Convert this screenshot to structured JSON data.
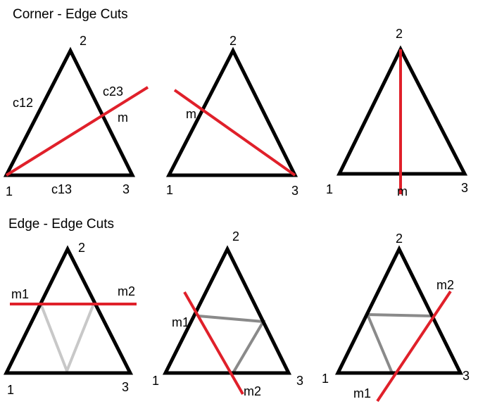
{
  "sections": {
    "corner_edge": "Corner - Edge Cuts",
    "edge_edge": "Edge - Edge Cuts"
  },
  "colors": {
    "triangle": "#000000",
    "cut": "#e0202a",
    "inner_light": "#c8c8c8",
    "inner_dark": "#8a8a8a"
  },
  "d1": {
    "v1": "1",
    "v2": "2",
    "v3": "3",
    "c12": "c12",
    "c23": "c23",
    "c13": "c13",
    "m": "m"
  },
  "d2": {
    "v1": "1",
    "v2": "2",
    "v3": "3",
    "m": "m"
  },
  "d3": {
    "v1": "1",
    "v2": "2",
    "v3": "3",
    "m": "m"
  },
  "d4": {
    "v1": "1",
    "v2": "2",
    "v3": "3",
    "m1": "m1",
    "m2": "m2"
  },
  "d5": {
    "v1": "1",
    "v2": "2",
    "v3": "3",
    "m1": "m1",
    "m2": "m2"
  },
  "d6": {
    "v1": "1",
    "v2": "2",
    "v3": "3",
    "m1": "m1",
    "m2": "m2"
  }
}
